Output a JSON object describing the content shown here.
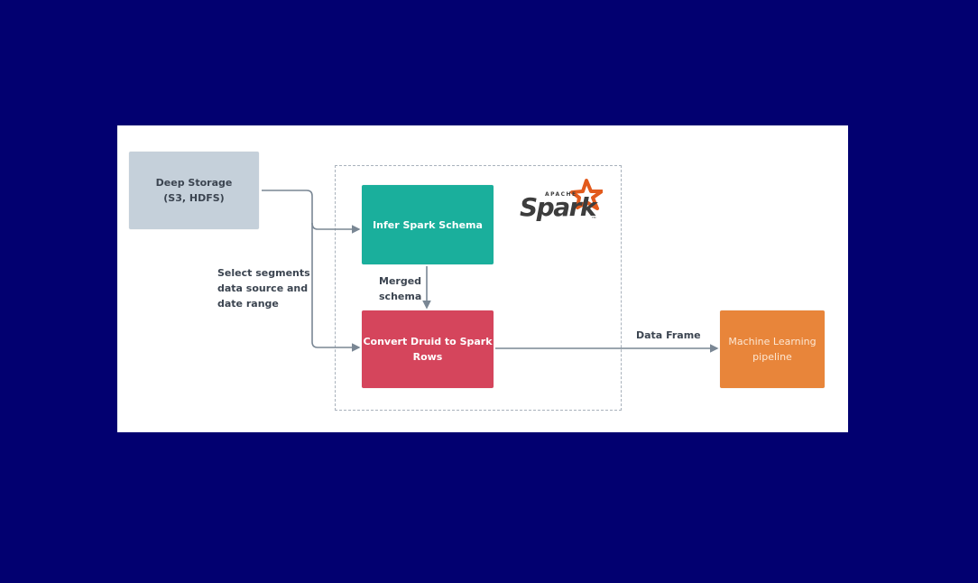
{
  "diagram": {
    "nodes": {
      "deep_storage": {
        "line1": "Deep Storage",
        "line2": "(S3, HDFS)"
      },
      "infer_schema": {
        "line1": "Infer Spark Schema"
      },
      "convert_rows": {
        "line1": "Convert Druid to Spark",
        "line2": "Rows"
      },
      "ml_pipeline": {
        "line1": "Machine Learning",
        "line2": "pipeline"
      }
    },
    "labels": {
      "select": {
        "line1": "Select segments",
        "line2": "data source and",
        "line3": "date range"
      },
      "merged": {
        "line1": "Merged",
        "line2": "schema"
      },
      "data_frame": "Data Frame"
    },
    "logo": {
      "small": "APACHE",
      "main": "Spark",
      "tm": "TM"
    },
    "colors": {
      "background": "#020070",
      "deep_storage": "#c5d0da",
      "infer_schema": "#1aaf9c",
      "convert_rows": "#d5455c",
      "ml_pipeline": "#e8853a",
      "connector": "#7a8794",
      "spark_star": "#e25a1c"
    }
  }
}
